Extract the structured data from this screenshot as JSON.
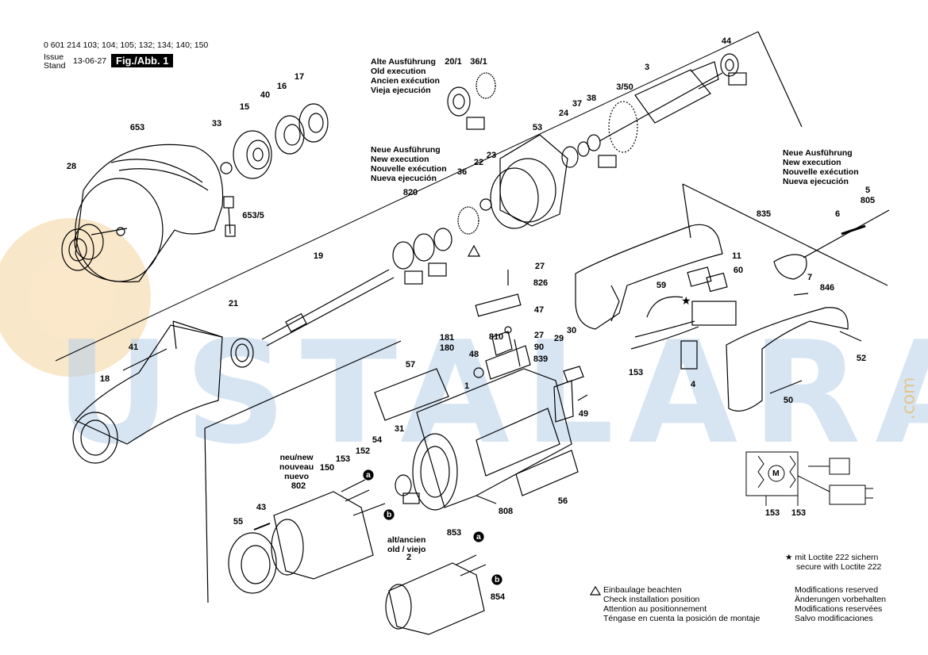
{
  "header": {
    "part_numbers": "0 601 214 103; 104; 105; 132; 134; 140; 150",
    "issue_label_1": "Issue",
    "issue_label_2": "Stand",
    "issue_date": "13-06-27",
    "figure": "Fig./Abb. 1"
  },
  "old_execution": [
    "Alte Ausführung",
    "Old execution",
    "Ancien exécution",
    "Vieja ejecución"
  ],
  "new_execution_1": [
    "Neue Ausführung",
    "New execution",
    "Nouvelle exécution",
    "Nueva ejecución"
  ],
  "new_execution_2": [
    "Neue Ausführung",
    "New execution",
    "Nouvelle exécution",
    "Nueva ejecución"
  ],
  "stator_new": [
    "neu/new",
    "nouveau",
    "nuevo"
  ],
  "stator_old": [
    "alt/ancien",
    "old / viejo"
  ],
  "loctite_note": [
    "mit Loctite 222 sichern",
    "secure with Loctite 222"
  ],
  "install_note": [
    "Einbaulage beachten",
    "Check installation position",
    "Attention au positionnement",
    "Téngase en cuenta la posición de montaje"
  ],
  "modifications": [
    "Modifications reserved",
    "Änderungen vorbehalten",
    "Modifications reservées",
    "Salvo modificaciones"
  ],
  "watermark": "USTALARA",
  "watermark_suffix": ".com",
  "part_labels": [
    "44",
    "20/1",
    "36/1",
    "3",
    "3/50",
    "37",
    "38",
    "24",
    "53",
    "23",
    "22",
    "36",
    "820",
    "17",
    "16",
    "40",
    "15",
    "33",
    "653",
    "28",
    "653/5",
    "19",
    "21",
    "41",
    "18",
    "27",
    "826",
    "47",
    "810",
    "27",
    "90",
    "839",
    "30",
    "29",
    "48",
    "181",
    "180",
    "57",
    "1",
    "49",
    "31",
    "54",
    "152",
    "153",
    "150",
    "802",
    "43",
    "55",
    "808",
    "56",
    "853",
    "2",
    "854",
    "835",
    "5",
    "805",
    "6",
    "11",
    "60",
    "7",
    "846",
    "59",
    "4",
    "153",
    "52",
    "50",
    "153",
    "153"
  ],
  "marker_a": "a",
  "marker_b": "b",
  "motor_symbol": "M",
  "star": "★"
}
